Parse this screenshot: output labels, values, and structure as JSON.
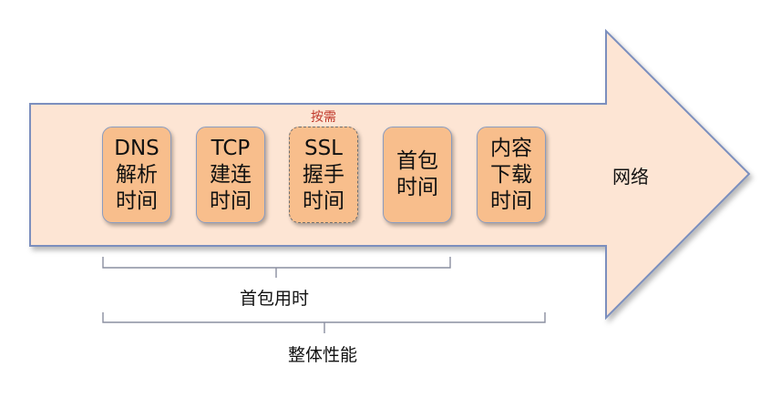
{
  "diagram": {
    "stages": [
      {
        "lines": [
          "DNS",
          "解析",
          "时间"
        ]
      },
      {
        "lines": [
          "TCP",
          "建连",
          "时间"
        ]
      },
      {
        "lines": [
          "SSL",
          "握手",
          "时间"
        ],
        "note": "按需"
      },
      {
        "lines": [
          "首包",
          "时间"
        ]
      },
      {
        "lines": [
          "内容",
          "下载",
          "时间"
        ]
      }
    ],
    "arrow_label": "网络",
    "brace_first_packet": "首包用时",
    "brace_overall": "整体性能"
  },
  "colors": {
    "arrow_fill": "#fde5d4",
    "arrow_stroke": "#7b8fbe",
    "box_fill": "#f8be8c",
    "box_border": "#8a9cc0",
    "note_text": "#c0392b",
    "brace_stroke": "#8a8fa0"
  }
}
